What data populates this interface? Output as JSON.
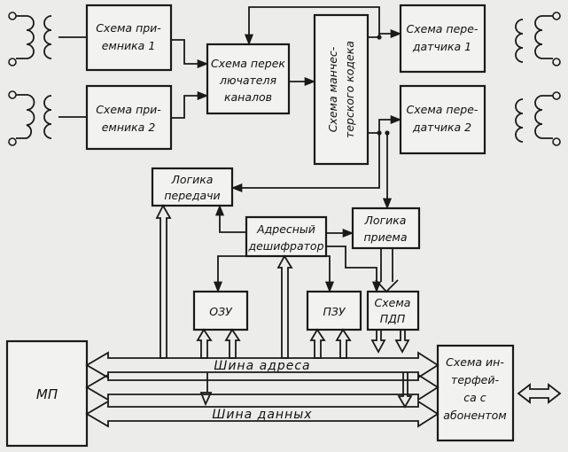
{
  "blocks": {
    "receiver1": [
      "Схема при-",
      "емника 1"
    ],
    "receiver2": [
      "Схема при-",
      "емника 2"
    ],
    "switch": [
      "Схема перек",
      "лючателя",
      "каналов"
    ],
    "codec": [
      "Схема манчес-",
      "терского кодека"
    ],
    "transmitter1": [
      "Схема пере-",
      "датчика 1"
    ],
    "transmitter2": [
      "Схема пере-",
      "датчика 2"
    ],
    "tx_logic": [
      "Логика",
      "передачи"
    ],
    "rx_logic": [
      "Логика",
      "приема"
    ],
    "decoder": [
      "Адресный",
      "дешифратор"
    ],
    "ram": "ОЗУ",
    "rom": "ПЗУ",
    "dma": [
      "Схема",
      "ПДП"
    ],
    "mp": "МП",
    "interface": [
      "Схема ин-",
      "терфей-",
      "са   с",
      "абонентом"
    ]
  },
  "buses": {
    "address": "Шина   адреса",
    "data": "Шина   данных"
  }
}
